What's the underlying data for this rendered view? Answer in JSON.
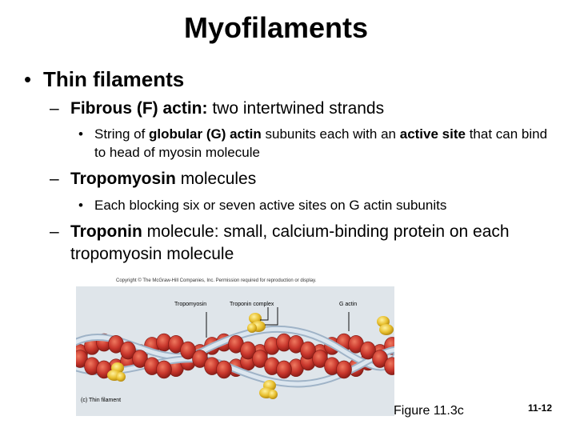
{
  "slide": {
    "title": "Myofilaments",
    "bullet1": "Thin filaments",
    "item1_bold": "Fibrous (F) actin:",
    "item1_rest": " two intertwined strands",
    "item1_sub_a": "String of ",
    "item1_sub_b": "globular (G) actin",
    "item1_sub_c": " subunits each with an ",
    "item1_sub_d": "active site",
    "item1_sub_e": " that can bind to head of myosin molecule",
    "item2_bold": "Tropomyosin",
    "item2_rest": " molecules",
    "item2_sub": "Each blocking six or seven active sites on G actin subunits",
    "item3_bold": "Troponin",
    "item3_rest": " molecule: small, calcium-binding protein on each tropomyosin molecule"
  },
  "figure": {
    "copyright": "Copyright © The McGraw-Hill Companies, Inc. Permission required for reproduction or display.",
    "label_tropomyosin": "Tropomyosin",
    "label_troponin": "Troponin complex",
    "label_gactin": "G actin",
    "panel_label": "(c) Thin filament",
    "caption": "Figure 11.3c",
    "page_number": "11-12"
  },
  "colors": {
    "actin": "#c8362c",
    "actin_highlight": "#e86a55",
    "tropomyosin": "#b9c9d8",
    "troponin": "#e8c030",
    "background_figure": "#dfe5ea"
  }
}
